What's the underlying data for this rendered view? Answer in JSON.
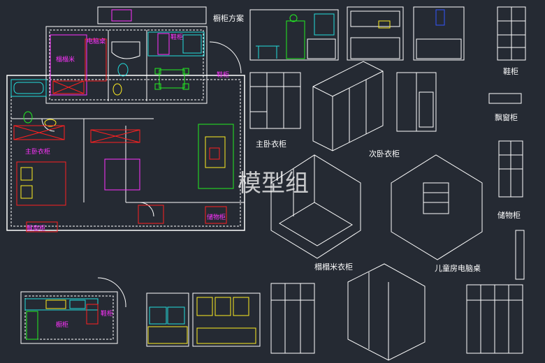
{
  "colors": {
    "background": "#252a33",
    "wall": "#ffffff",
    "cabinet_red": "#ff2020",
    "furniture_green": "#22ee22",
    "label_magenta": "#ff33ff",
    "fixture_cyan": "#22dddd",
    "accent_yellow": "#ffee22",
    "blue": "#3355ff",
    "watermark": "#ffffff"
  },
  "plan_labels": {
    "cabinet_scheme": "橱柜方案",
    "computer_desk": "电脑桌",
    "tatami": "榻榻米",
    "shoe_cabinet_top": "鞋柜",
    "shoe_cabinet_right": "鞋柜",
    "master_wardrobe": "主卧衣柜",
    "bay_window_cabinet": "飘窗柜",
    "storage_cabinet": "储物柜",
    "kitchen_cabinet": "橱柜",
    "shoe_cabinet_bottom": "鞋柜"
  },
  "view_labels": {
    "shoe_cabinet": "鞋柜",
    "bay_window_cabinet": "飘窗柜",
    "master_wardrobe": "主卧衣柜",
    "second_wardrobe": "次卧衣柜",
    "storage_cabinet": "储物柜",
    "tatami_wardrobe": "榻榻米衣柜",
    "kids_desk": "儿童房电脑桌"
  },
  "watermark": "模型组"
}
